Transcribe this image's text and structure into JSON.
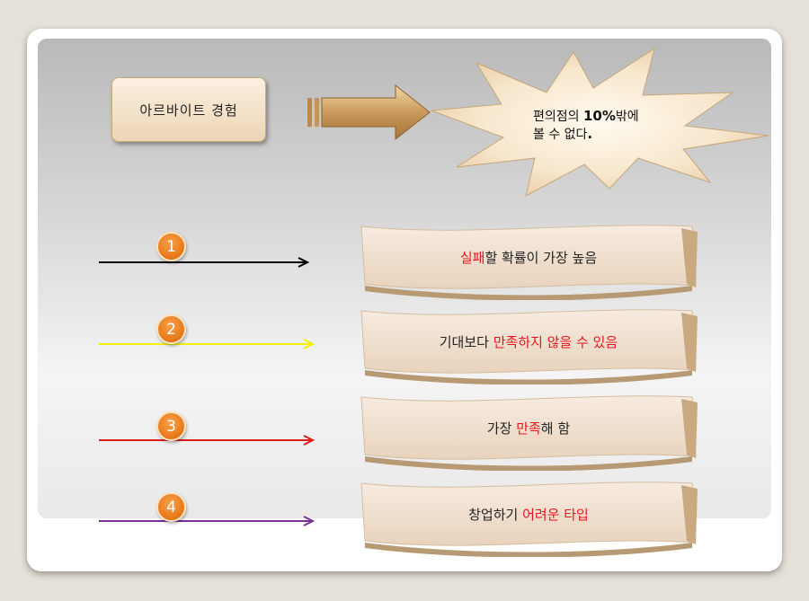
{
  "experience": {
    "label": "아르바이트  경험"
  },
  "starburst": {
    "line1_pre": "편의점의 ",
    "line1_bold": "10%",
    "line1_post": "밖에",
    "line2_pre": "볼 수 없다",
    "line2_bold": "."
  },
  "items": [
    {
      "number": "1",
      "text_hl": "실패",
      "text_rest": "할 확률이 가장 높음",
      "line_color": "#000000"
    },
    {
      "number": "2",
      "text_pre": "기대보다 ",
      "text_hl": "만족하지 않을 수 있음",
      "line_color": "#f4f000"
    },
    {
      "number": "3",
      "text_pre": "가장 ",
      "text_hl": "만족",
      "text_rest": "해 함",
      "line_color": "#e11a1a"
    },
    {
      "number": "4",
      "text_pre": "창업하기 ",
      "text_hl": "어려운 타입",
      "line_color": "#7a3091"
    }
  ]
}
